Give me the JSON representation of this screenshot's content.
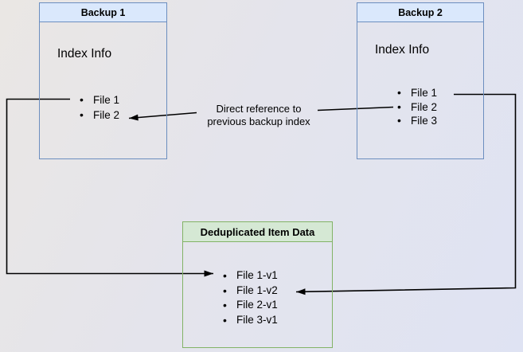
{
  "diagram": {
    "backup1": {
      "title": "Backup 1",
      "body_title": "Index Info",
      "items": [
        "File 1",
        "File 2"
      ]
    },
    "backup2": {
      "title": "Backup 2",
      "body_title": "Index Info",
      "items": [
        "File 1",
        "File 2",
        "File 3"
      ]
    },
    "dedup": {
      "title": "Deduplicated Item Data",
      "items": [
        "File 1-v1",
        "File 1-v2",
        "File 2-v1",
        "File 3-v1"
      ]
    },
    "edge_label": {
      "line1": "Direct reference to",
      "line2": "previous backup index"
    },
    "colors": {
      "blue_fill": "#dae8fc",
      "blue_border": "#6c8ebf",
      "green_fill": "#d5e8d4",
      "green_border": "#82b366",
      "connector": "#000000"
    }
  }
}
